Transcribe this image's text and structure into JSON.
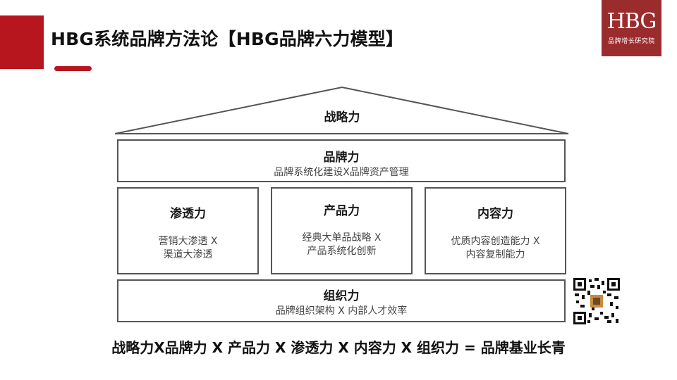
{
  "header": {
    "title": "HBG系统品牌方法论【HBG品牌六力模型】",
    "accent_color": "#b8161e"
  },
  "logo": {
    "mark": "HBG",
    "subtitle": "品牌增长研究院",
    "bg_color": "#9b2c2e"
  },
  "model": {
    "roof": {
      "label": "战略力"
    },
    "brand": {
      "title": "品牌力",
      "desc": "品牌系统化建设X品牌资产管理"
    },
    "penetration": {
      "title": "渗透力",
      "desc_line1": "营销大渗透 X",
      "desc_line2": "渠道大渗透"
    },
    "product": {
      "title": "产品力",
      "desc_line1": "经典大单品战略 X",
      "desc_line2": "产品系统化创新"
    },
    "content": {
      "title": "内容力",
      "desc_line1": "优质内容创造能力 X",
      "desc_line2": "内容复制能力"
    },
    "organization": {
      "title": "组织力",
      "desc": "品牌组织架构 X 内部人才效率"
    }
  },
  "qr": {
    "icon": "qr-code-icon"
  },
  "formula": "战略力X品牌力 X 产品力 X 渗透力 X 内容力 X 组织力 = 品牌基业长青"
}
